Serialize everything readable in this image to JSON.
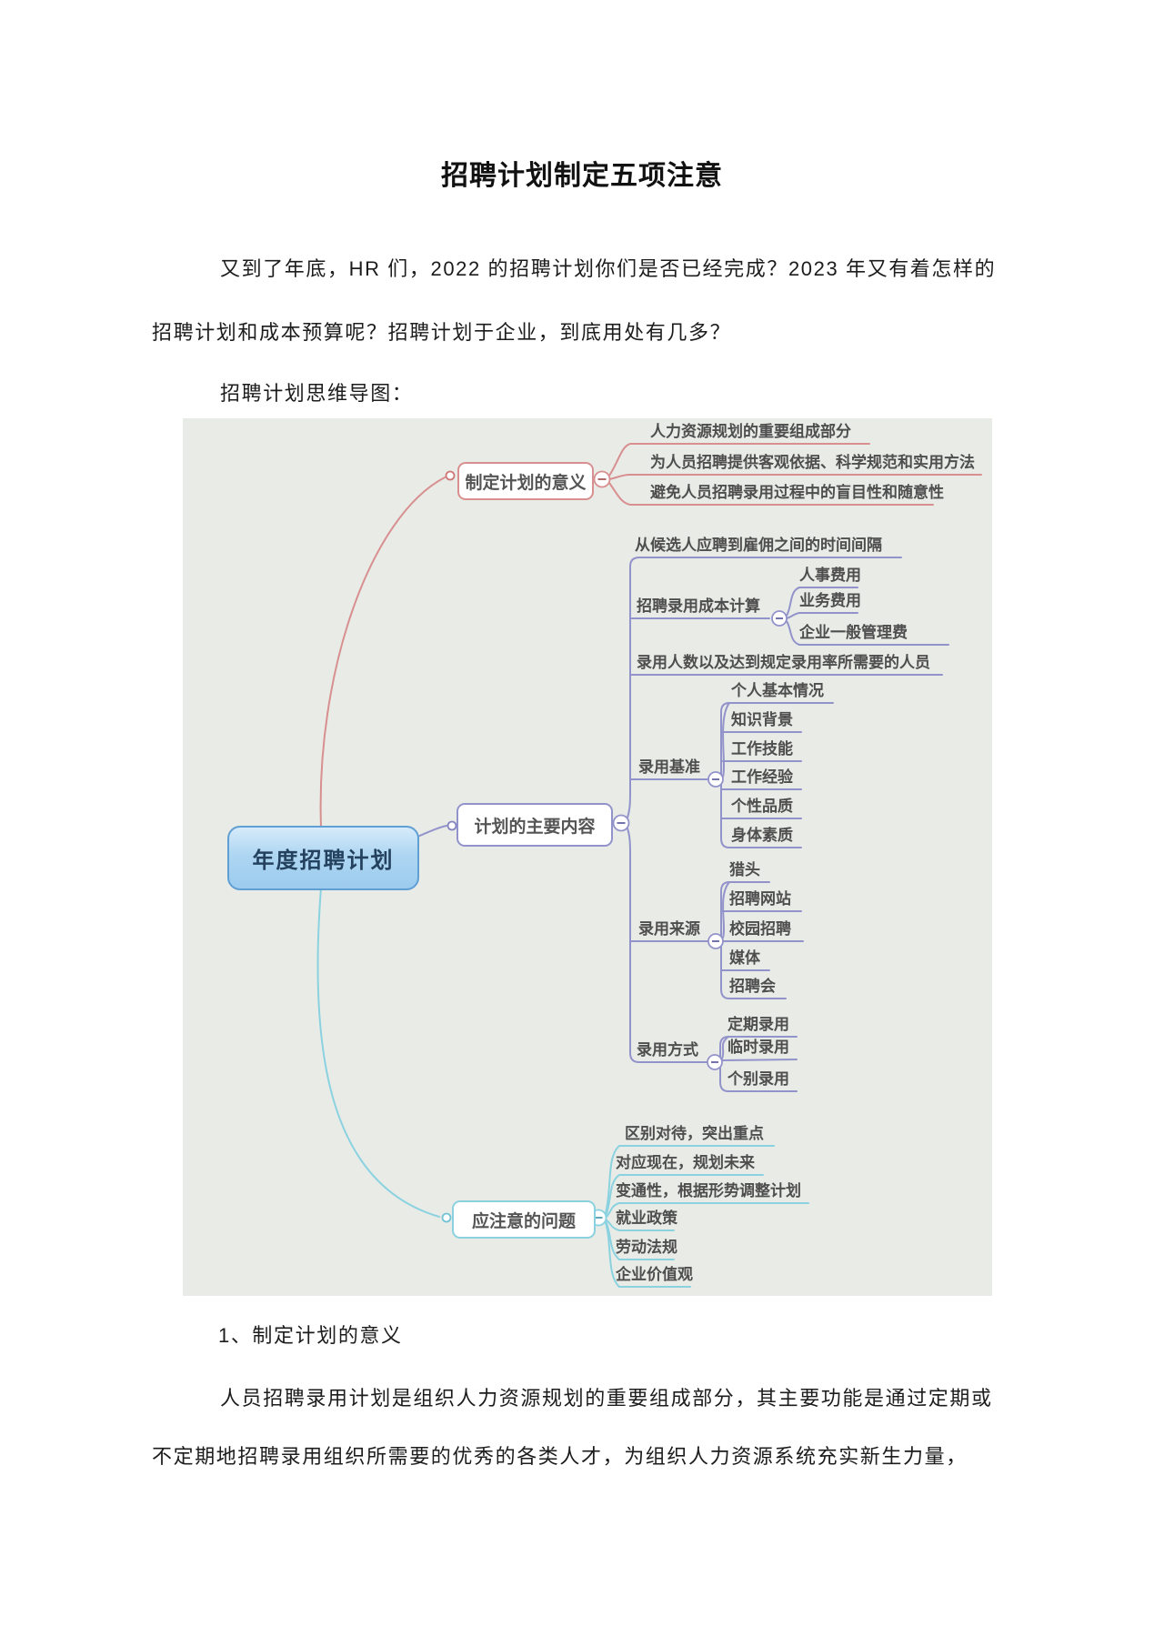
{
  "document": {
    "title": "招聘计划制定五项注意",
    "intro_line1": "又到了年底，HR 们，2022 的招聘计划你们是否已经完成？2023 年又有着怎样的",
    "intro_line2": "招聘计划和成本预算呢？招聘计划于企业，到底用处有几多？",
    "figure_caption": "招聘计划思维导图：",
    "section1_heading": "1、制定计划的意义",
    "section1_line1": "人员招聘录用计划是组织人力资源规划的重要组成部分，其主要功能是通过定期或",
    "section1_line2": "不定期地招聘录用组织所需要的优秀的各类人才，为组织人力资源系统充实新生力量，"
  },
  "mindmap": {
    "root": "年度招聘计划",
    "branch1": {
      "label": "制定计划的意义",
      "leaves": [
        "人力资源规划的重要组成部分",
        "为人员招聘提供客观依据、科学规范和实用方法",
        "避免人员招聘录用过程中的盲目性和随意性"
      ]
    },
    "branch2": {
      "label": "计划的主要内容",
      "items": [
        {
          "label": "从候选人应聘到雇佣之间的时间间隔",
          "children": []
        },
        {
          "label": "招聘录用成本计算",
          "children": [
            "人事费用",
            "业务费用",
            "企业一般管理费"
          ]
        },
        {
          "label": "录用人数以及达到规定录用率所需要的人员",
          "children": []
        },
        {
          "label": "录用基准",
          "children": [
            "个人基本情况",
            "知识背景",
            "工作技能",
            "工作经验",
            "个性品质",
            "身体素质"
          ]
        },
        {
          "label": "录用来源",
          "children": [
            "猎头",
            "招聘网站",
            "校园招聘",
            "媒体",
            "招聘会"
          ]
        },
        {
          "label": "录用方式",
          "children": [
            "定期录用",
            "临时录用",
            "个别录用"
          ]
        }
      ]
    },
    "branch3": {
      "label": "应注意的问题",
      "leaves": [
        "区别对待，突出重点",
        "对应现在，规划未来",
        "变通性，根据形势调整计划",
        "就业政策",
        "劳动法规",
        "企业价值观"
      ]
    },
    "collapse_icon": "−",
    "colors": {
      "branch1_red": "#d88f8f",
      "branch2_purple": "#9393cb",
      "branch3_cyan": "#8ad2e0",
      "root_border": "#5f9fd4",
      "root_fill": "#aed6f2",
      "figure_background": "#e9ebe7",
      "map_text": "#4e4e4e"
    }
  }
}
